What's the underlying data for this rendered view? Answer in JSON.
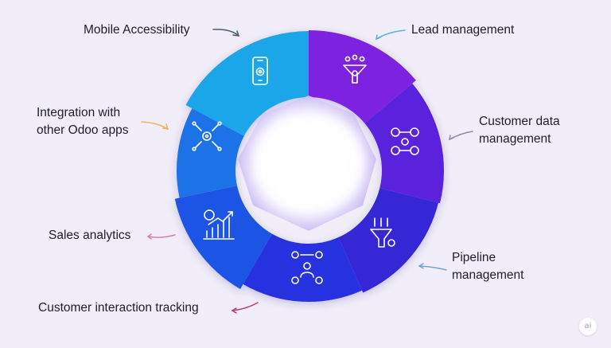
{
  "diagram": {
    "segments": [
      {
        "id": "mobile",
        "label": "Mobile Accessibility",
        "icon": "smartphone-gear-icon",
        "color": "#1fa6ea"
      },
      {
        "id": "lead",
        "label": "Lead management",
        "icon": "lead-funnel-icon",
        "color": "#7c24e0"
      },
      {
        "id": "customer-data",
        "label": "Customer data management",
        "label_lines": [
          "Customer data",
          "management"
        ],
        "icon": "customer-network-icon",
        "color": "#5a22dc"
      },
      {
        "id": "pipeline",
        "label": "Pipeline management",
        "label_lines": [
          "Pipeline",
          "management"
        ],
        "icon": "funnel-gear-icon",
        "color": "#3528d6"
      },
      {
        "id": "interaction",
        "label": "Customer interaction tracking",
        "icon": "interaction-checklist-icon",
        "color": "#2530e0"
      },
      {
        "id": "sales",
        "label": "Sales analytics",
        "icon": "sales-chart-icon",
        "color": "#1e55e6"
      },
      {
        "id": "integration",
        "label": "Integration with other Odoo apps",
        "label_lines": [
          "Integration with",
          "other Odoo apps"
        ],
        "icon": "integration-hub-icon",
        "color": "#1c73e8"
      }
    ]
  },
  "corner_badge": "ai"
}
